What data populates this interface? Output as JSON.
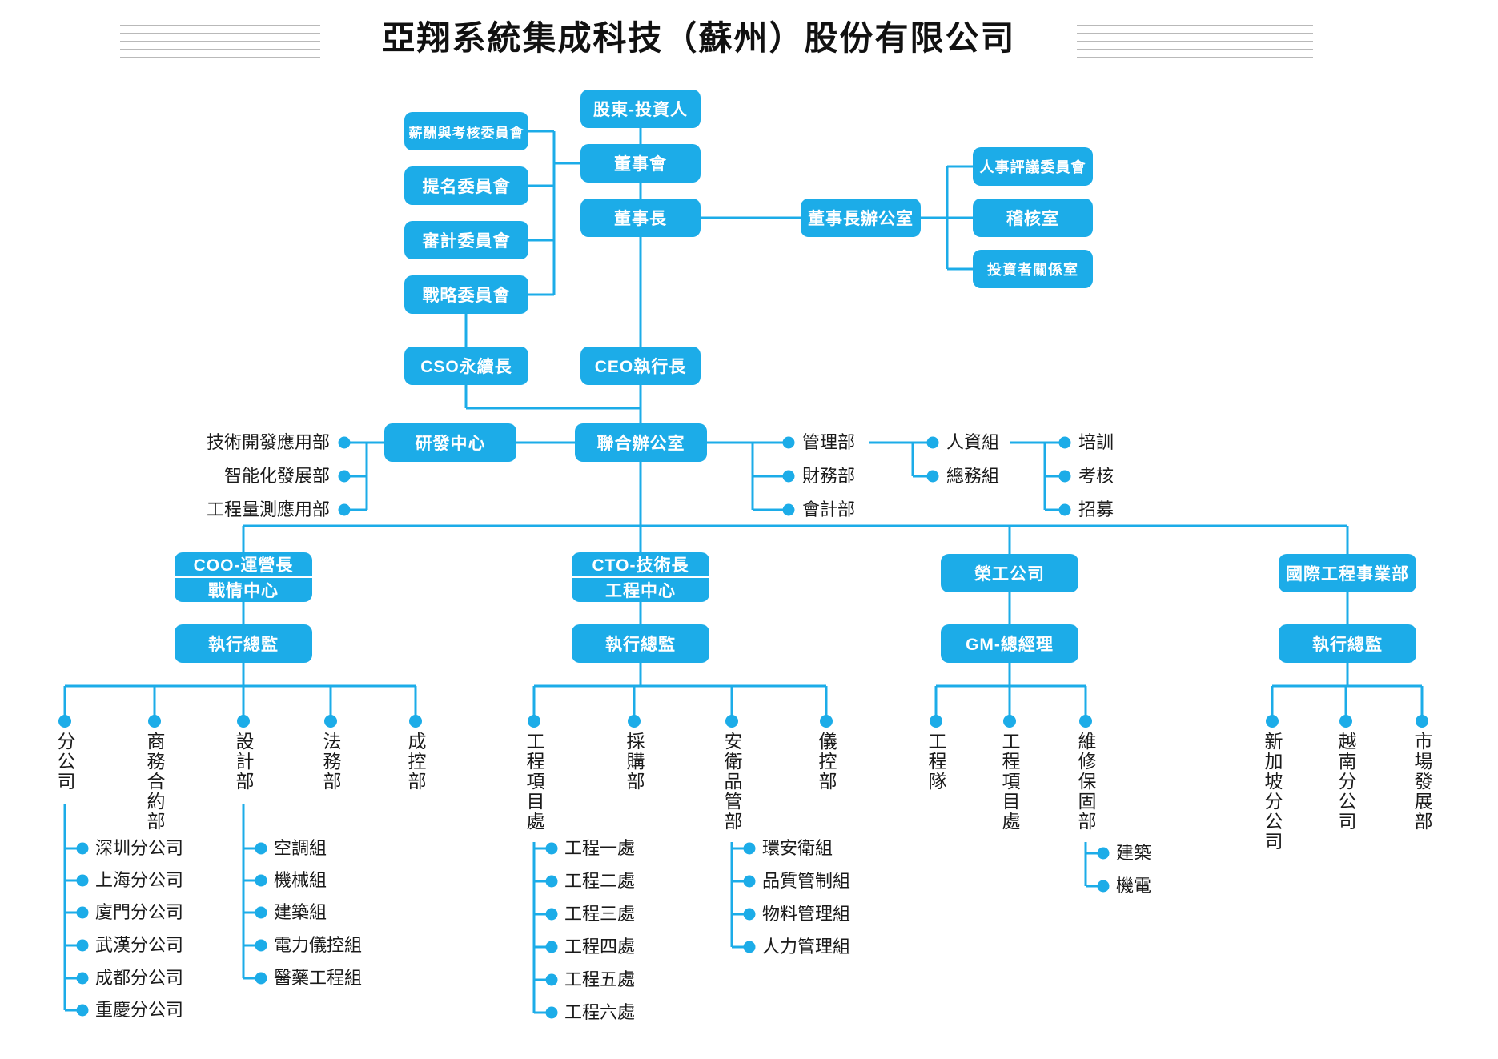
{
  "title": "亞翔系統集成科技（蘇州）股份有限公司",
  "colors": {
    "accent": "#1cace8",
    "box_text": "#ffffff",
    "label_text": "#1a1a1a",
    "decor_line": "#b9b9b9"
  },
  "org": {
    "shareholder": "股東-投資人",
    "board": "董事會",
    "chairman": "董事長",
    "committees": [
      "薪酬與考核委員會",
      "提名委員會",
      "審計委員會",
      "戰略委員會"
    ],
    "chairman_office": "董事長辦公室",
    "chairman_office_units": [
      "人事評議委員會",
      "稽核室",
      "投資者關係室"
    ],
    "cso": "CSO永續長",
    "ceo": "CEO執行長",
    "rd_center": "研發中心",
    "joint_office": "聯合辦公室",
    "rd_departments": [
      "技術開發應用部",
      "智能化發展部",
      "工程量測應用部"
    ],
    "admin_departments": [
      "管理部",
      "財務部",
      "會計部"
    ],
    "admin_groups": [
      "人資組",
      "總務組"
    ],
    "hr_functions": [
      "培訓",
      "考核",
      "招募"
    ],
    "branches": [
      {
        "head_line1": "COO-運營長",
        "head_line2": "戰情中心",
        "manager": "執行總監",
        "children": [
          {
            "label": "分公司",
            "items": [
              "深圳分公司",
              "上海分公司",
              "廈門分公司",
              "武漢分公司",
              "成都分公司",
              "重慶分公司"
            ]
          },
          {
            "label": "商務合約部",
            "items": []
          },
          {
            "label": "設計部",
            "items": [
              "空調組",
              "機械組",
              "建築組",
              "電力儀控組",
              "醫藥工程組"
            ]
          },
          {
            "label": "法務部",
            "items": []
          },
          {
            "label": "成控部",
            "items": []
          }
        ]
      },
      {
        "head_line1": "CTO-技術長",
        "head_line2": "工程中心",
        "manager": "執行總監",
        "children": [
          {
            "label": "工程項目處",
            "items": [
              "工程一處",
              "工程二處",
              "工程三處",
              "工程四處",
              "工程五處",
              "工程六處"
            ]
          },
          {
            "label": "採購部",
            "items": []
          },
          {
            "label": "安衛品管部",
            "items": [
              "環安衛組",
              "品質管制組",
              "物料管理組",
              "人力管理組"
            ]
          },
          {
            "label": "儀控部",
            "items": []
          }
        ]
      },
      {
        "head": "榮工公司",
        "manager": "GM-總經理",
        "children": [
          {
            "label": "工程隊",
            "items": []
          },
          {
            "label": "工程項目處",
            "items": []
          },
          {
            "label": "維修保固部",
            "items": [
              "建築",
              "機電"
            ]
          }
        ]
      },
      {
        "head": "國際工程事業部",
        "manager": "執行總監",
        "children": [
          {
            "label": "新加坡分公司",
            "items": []
          },
          {
            "label": "越南分公司",
            "items": []
          },
          {
            "label": "市場發展部",
            "items": []
          }
        ]
      }
    ]
  }
}
